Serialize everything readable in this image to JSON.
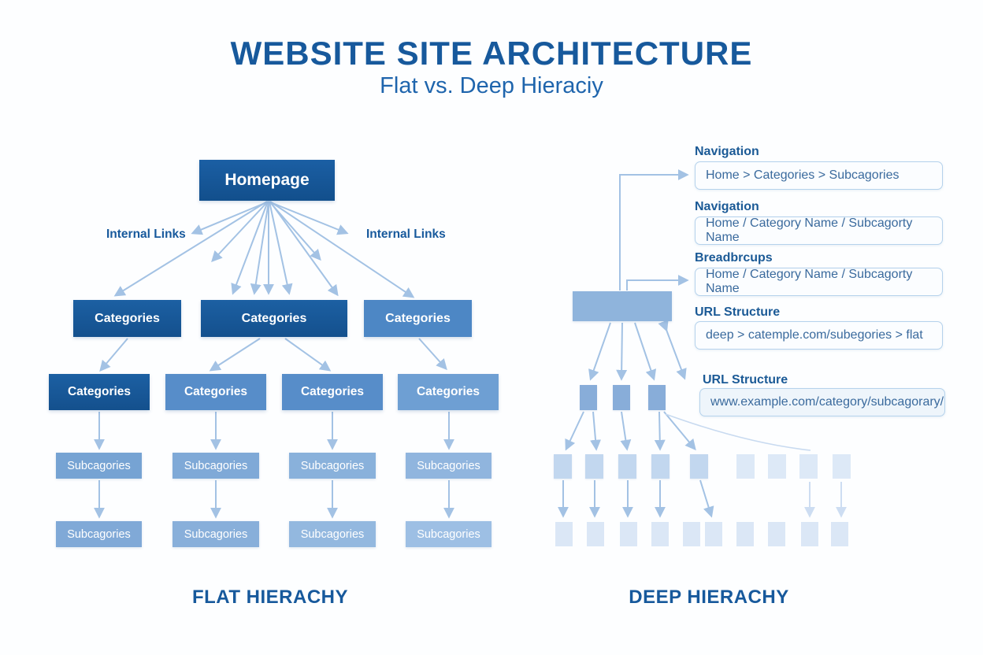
{
  "title": "WEBSITE SITE ARCHITECTURE",
  "subtitle": "Flat vs. Deep Hieraciy",
  "colors": {
    "title_blue": "#17599c",
    "dark_node": "#175a9b",
    "medium_node": "#4d87c5",
    "light_node": "#8fb4de",
    "pale_node": "#dbe7f6",
    "arrow": "#a3c2e4",
    "field_border": "#b5d2ec",
    "field_text": "#3a6a9d"
  },
  "flat": {
    "footer_label": "FLAT HIERACHY",
    "homepage": "Homepage",
    "internal_links_left": "Internal Links",
    "internal_links_right": "Internal Links",
    "level1": [
      "Categories",
      "Categories",
      "Categories"
    ],
    "level2": [
      "Categories",
      "Categories",
      "Categories",
      "Categories"
    ],
    "level3": [
      "Subcagories",
      "Subcagories",
      "Subcagories",
      "Subcagories"
    ],
    "level4": [
      "Subcagories",
      "Subcagories",
      "Subcagories",
      "Subcagories"
    ]
  },
  "deep": {
    "footer_label": "DEEP HIERACHY",
    "fields": [
      {
        "heading": "Navigation",
        "value": "Home > Categories > Subcagories"
      },
      {
        "heading": "Navigation",
        "value": "Home / Category Name / Subcagorty Name"
      },
      {
        "heading": "Breadbrcups",
        "value": "Home / Category Name / Subcagorty Name"
      },
      {
        "heading": "URL Structure",
        "value": "deep > catemple.com/subegories > flat"
      },
      {
        "heading": "URL Structure",
        "value": "www.example.com/category/subcagorary/"
      }
    ]
  }
}
